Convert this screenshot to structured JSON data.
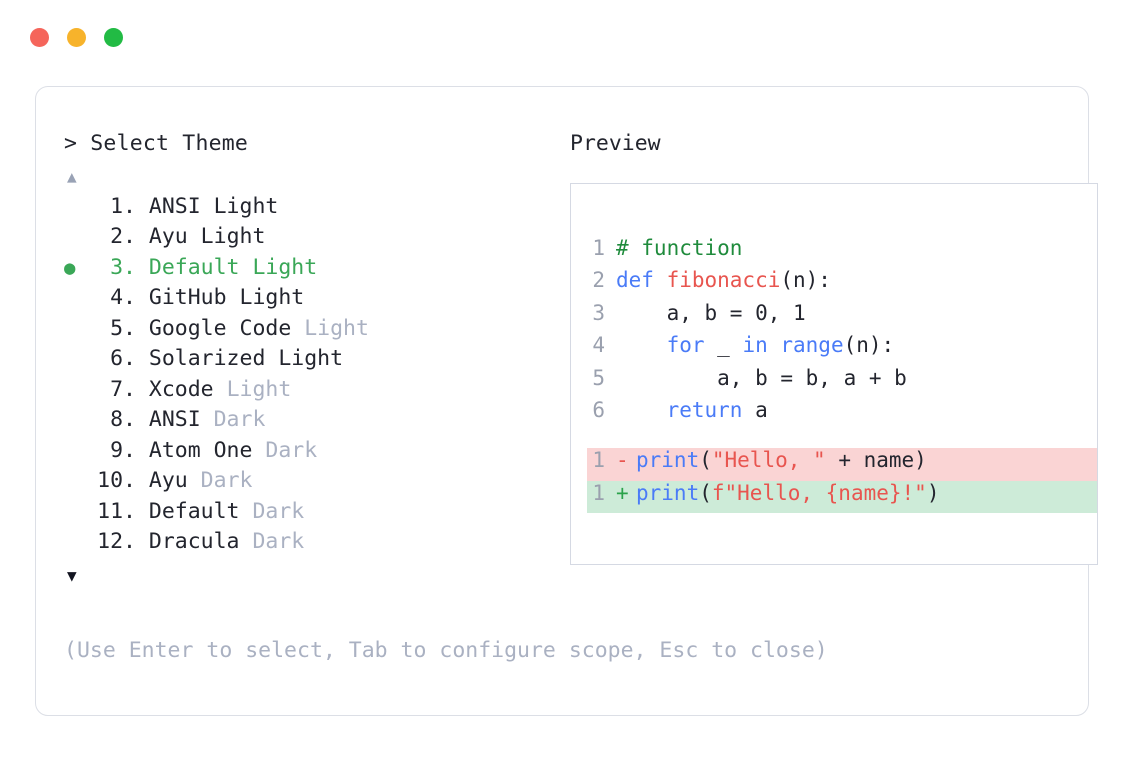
{
  "window": {
    "controls": [
      {
        "name": "close",
        "color": "#f5655b"
      },
      {
        "name": "minimize",
        "color": "#f7b32b"
      },
      {
        "name": "maximize",
        "color": "#22bb44"
      }
    ]
  },
  "picker": {
    "prompt": "> Select Theme",
    "scroll_up_glyph": "▲",
    "scroll_down_glyph": "▼",
    "selected_bullet": "●",
    "selected_index": 3,
    "items": [
      {
        "num": " 1.",
        "name": "ANSI",
        "variant": "Light",
        "variant_muted": false,
        "selected": false,
        "bullet": ""
      },
      {
        "num": " 2.",
        "name": "Ayu",
        "variant": "Light",
        "variant_muted": false,
        "selected": false,
        "bullet": ""
      },
      {
        "num": " 3.",
        "name": "Default",
        "variant": "Light",
        "variant_muted": false,
        "selected": true,
        "bullet": "●"
      },
      {
        "num": " 4.",
        "name": "GitHub",
        "variant": "Light",
        "variant_muted": false,
        "selected": false,
        "bullet": ""
      },
      {
        "num": " 5.",
        "name": "Google Code",
        "variant": "Light",
        "variant_muted": true,
        "selected": false,
        "bullet": ""
      },
      {
        "num": " 6.",
        "name": "Solarized",
        "variant": "Light",
        "variant_muted": false,
        "selected": false,
        "bullet": ""
      },
      {
        "num": " 7.",
        "name": "Xcode",
        "variant": "Light",
        "variant_muted": true,
        "selected": false,
        "bullet": ""
      },
      {
        "num": " 8.",
        "name": "ANSI",
        "variant": "Dark",
        "variant_muted": true,
        "selected": false,
        "bullet": ""
      },
      {
        "num": " 9.",
        "name": "Atom One",
        "variant": "Dark",
        "variant_muted": true,
        "selected": false,
        "bullet": ""
      },
      {
        "num": "10.",
        "name": "Ayu",
        "variant": "Dark",
        "variant_muted": true,
        "selected": false,
        "bullet": ""
      },
      {
        "num": "11.",
        "name": "Default",
        "variant": "Dark",
        "variant_muted": true,
        "selected": false,
        "bullet": ""
      },
      {
        "num": "12.",
        "name": "Dracula",
        "variant": "Dark",
        "variant_muted": true,
        "selected": false,
        "bullet": ""
      }
    ]
  },
  "preview": {
    "label": "Preview",
    "code_lines": [
      {
        "num": "1",
        "tokens": [
          {
            "t": "# function",
            "c": "comment"
          }
        ]
      },
      {
        "num": "2",
        "tokens": [
          {
            "t": "def ",
            "c": "kw"
          },
          {
            "t": "fibonacci",
            "c": "fn"
          },
          {
            "t": "(n):",
            "c": "plain"
          }
        ]
      },
      {
        "num": "3",
        "tokens": [
          {
            "t": "    a, b = 0, 1",
            "c": "plain"
          }
        ]
      },
      {
        "num": "4",
        "tokens": [
          {
            "t": "    ",
            "c": "plain"
          },
          {
            "t": "for",
            "c": "kw"
          },
          {
            "t": " _ ",
            "c": "plain"
          },
          {
            "t": "in range",
            "c": "kw"
          },
          {
            "t": "(n):",
            "c": "plain"
          }
        ]
      },
      {
        "num": "5",
        "tokens": [
          {
            "t": "        a, b = b, a + b",
            "c": "plain"
          }
        ]
      },
      {
        "num": "6",
        "tokens": [
          {
            "t": "    ",
            "c": "plain"
          },
          {
            "t": "return",
            "c": "kw"
          },
          {
            "t": " a",
            "c": "plain"
          }
        ]
      }
    ],
    "diff_lines": [
      {
        "num": "1",
        "sign": "-",
        "kind": "del",
        "tokens": [
          {
            "t": "print",
            "c": "kw"
          },
          {
            "t": "(",
            "c": "plain"
          },
          {
            "t": "\"Hello, \"",
            "c": "str"
          },
          {
            "t": " + name)",
            "c": "plain"
          }
        ]
      },
      {
        "num": "1",
        "sign": "+",
        "kind": "add",
        "tokens": [
          {
            "t": "print",
            "c": "kw"
          },
          {
            "t": "(",
            "c": "plain"
          },
          {
            "t": "f\"Hello, {name}!\"",
            "c": "str"
          },
          {
            "t": ")",
            "c": "plain"
          }
        ]
      }
    ]
  },
  "hint": "(Use Enter to select, Tab to configure scope, Esc to close)"
}
